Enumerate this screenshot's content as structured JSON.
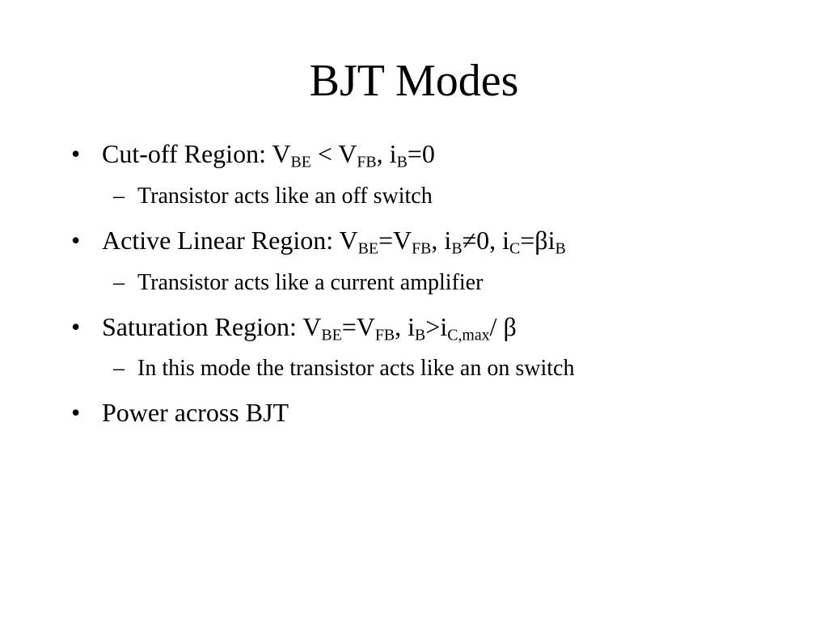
{
  "slide": {
    "title": "BJT Modes",
    "bullet_glyph": "•",
    "dash_glyph": "–",
    "items": [
      {
        "text_parts": [
          "Cut-off Region: V",
          "BE",
          " < V",
          "FB",
          ", i",
          "B",
          "=0"
        ],
        "sub": {
          "text": "Transistor acts like an off switch"
        }
      },
      {
        "text_parts": [
          "Active Linear Region: V",
          "BE",
          "=V",
          "FB",
          ", i",
          "B",
          "≠0, i",
          "C",
          "=βi",
          "B"
        ],
        "sub": {
          "text": "Transistor acts like a current amplifier"
        }
      },
      {
        "text_parts": [
          "Saturation Region: V",
          "BE",
          "=V",
          "FB",
          ", i",
          "B",
          ">i",
          "C,max",
          "/ β"
        ],
        "sub": {
          "text": "In this mode the transistor acts like an on switch"
        }
      },
      {
        "text_parts": [
          "Power across BJT"
        ]
      }
    ]
  }
}
